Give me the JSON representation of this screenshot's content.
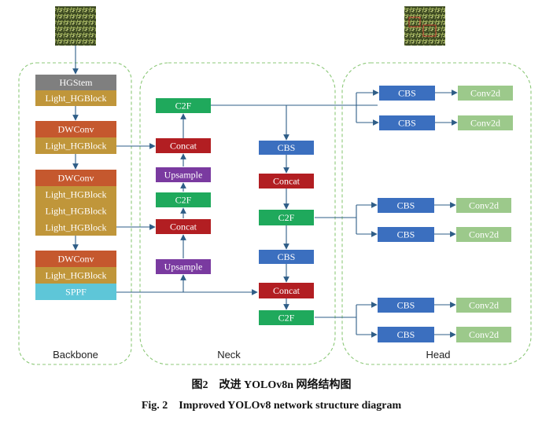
{
  "colors": {
    "gray": "#7f7f7f",
    "gold": "#c0963a",
    "orange": "#c5582e",
    "cyan": "#5ec6d8",
    "green": "#1fa95c",
    "red": "#b21e22",
    "purple": "#7a3aa0",
    "blue": "#3b6fbf",
    "light_green": "#9cc98b",
    "dash": "#8cc878",
    "arrow": "#2e5d87"
  },
  "backbone": {
    "title": "Backbone",
    "hgstem": "HGStem",
    "light_hgblock": "Light_HGBlock",
    "dwconv": "DWConv",
    "sppf": "SPPF"
  },
  "neck": {
    "title": "Neck",
    "c2f": "C2F",
    "concat": "Concat",
    "upsample": "Upsample",
    "cbs": "CBS"
  },
  "head": {
    "title": "Head",
    "cbs": "CBS",
    "conv2d": "Conv2d"
  },
  "caption": {
    "cn": "图2　改进 YOLOv8n 网络结构图",
    "en": "Fig. 2　Improved YOLOv8 network structure diagram"
  }
}
